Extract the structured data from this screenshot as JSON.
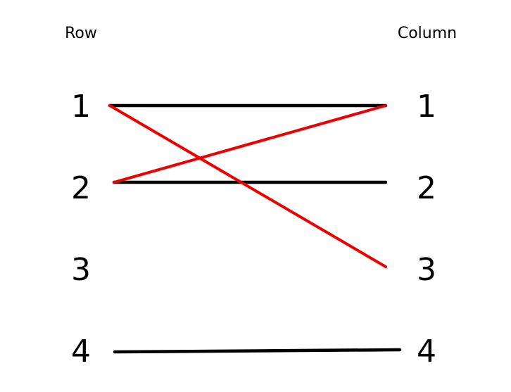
{
  "headers": {
    "left": "Row",
    "right": "Column"
  },
  "rows": [
    "1",
    "2",
    "3",
    "4"
  ],
  "columns": [
    "1",
    "2",
    "3",
    "4"
  ],
  "colors": {
    "black": "#000000",
    "red": "#ee0000"
  },
  "connections": [
    {
      "from": "1",
      "to": "1",
      "color": "black"
    },
    {
      "from": "2",
      "to": "2",
      "color": "black"
    },
    {
      "from": "4",
      "to": "4",
      "color": "black"
    },
    {
      "from": "1",
      "to": "3",
      "color": "red"
    },
    {
      "from": "2",
      "to": "1",
      "color": "red"
    }
  ]
}
